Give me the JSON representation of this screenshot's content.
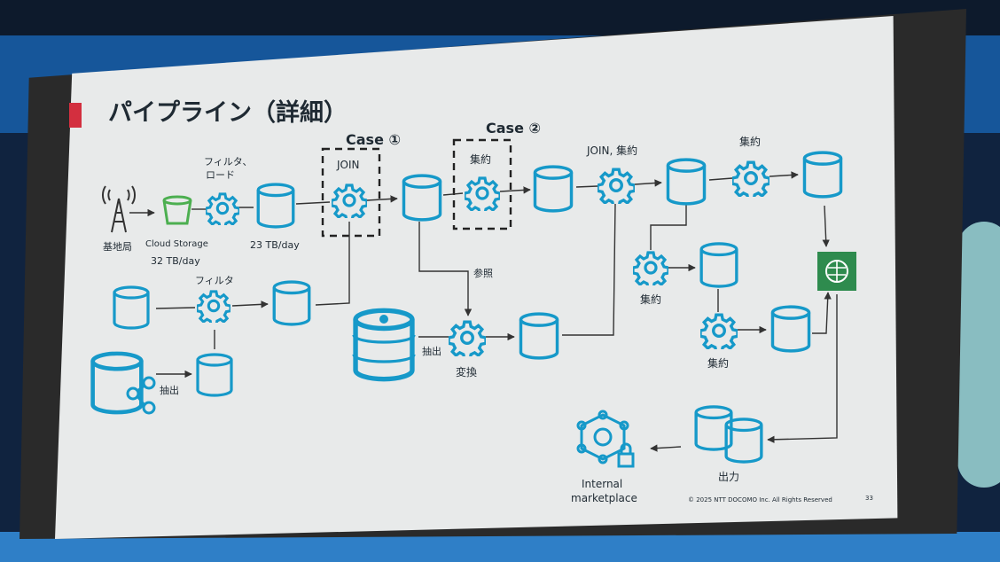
{
  "slide": {
    "title": "パイプライン（詳細）",
    "case1": "Case ①",
    "case2": "Case ②",
    "footer": "© 2025 NTT DOCOMO Inc. All Rights Reserved",
    "page_number": "33"
  },
  "labels": {
    "base_station": "基地局",
    "cloud_storage": "Cloud Storage",
    "rate_32": "32 TB/day",
    "filter_load": [
      "フィルタ、",
      "ロード"
    ],
    "rate_23": "23 TB/day",
    "join": "JOIN",
    "aggregate": "集約",
    "join_aggregate": "JOIN, 集約",
    "filter": "フィルタ",
    "extract": "抽出",
    "reference": "参照",
    "transform": "変換",
    "output": "出力",
    "internal_marketplace": [
      "Internal",
      "marketplace"
    ]
  },
  "colors": {
    "icon_blue": "#1699c9",
    "storage_green": "#4caf50",
    "ai_green": "#2e8b4e",
    "accent_red": "#d32f3f",
    "slide_bg": "#e8eaea"
  },
  "icons": {
    "tower": "radio-tower-icon",
    "bucket": "cloud-storage-bucket-icon",
    "gear": "gear-icon",
    "database": "database-cylinder-icon",
    "db_stack": "database-stack-icon",
    "db_share": "database-share-icon",
    "ai_chip": "ai-brain-chip-icon",
    "marketplace": "marketplace-lock-icon"
  }
}
